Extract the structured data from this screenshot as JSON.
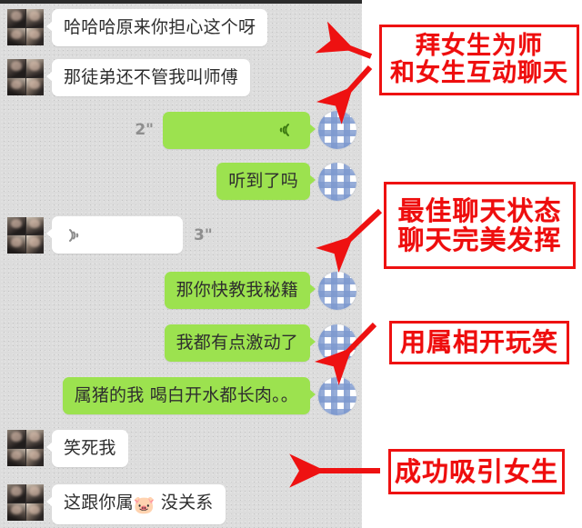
{
  "meta": {
    "app": "wechat-chat-screenshot",
    "accent_red": "#ee1111",
    "bubble_out_green": "#9ce24f",
    "bubble_in_white": "#ffffff",
    "chat_background": "#dcdcdc",
    "duration_text_color": "#8e8e8e"
  },
  "chat": {
    "messages": [
      {
        "id": "m1",
        "side": "in",
        "type": "text",
        "text": "哈哈哈原来你担心这个呀"
      },
      {
        "id": "m2",
        "side": "in",
        "type": "text",
        "text": "那徒弟还不管我叫师傅"
      },
      {
        "id": "m3",
        "side": "out",
        "type": "voice",
        "duration": "2\"",
        "icon": "voice-wave-icon"
      },
      {
        "id": "m4",
        "side": "out",
        "type": "text",
        "text": "听到了吗"
      },
      {
        "id": "m5",
        "side": "in",
        "type": "voice",
        "duration": "3\"",
        "icon": "voice-wave-icon"
      },
      {
        "id": "m6",
        "side": "out",
        "type": "text",
        "text": "那你快教我秘籍"
      },
      {
        "id": "m7",
        "side": "out",
        "type": "text",
        "text": "我都有点激动了"
      },
      {
        "id": "m8",
        "side": "out",
        "type": "text",
        "text": "属猪的我 喝白开水都长肉。。"
      },
      {
        "id": "m9",
        "side": "in",
        "type": "text",
        "text": "笑死我"
      },
      {
        "id": "m10",
        "side": "in",
        "type": "emoji-text",
        "prefix": "这跟你属",
        "emoji": "🐷",
        "suffix": " 没关系"
      }
    ]
  },
  "annotations": [
    {
      "id": "a1",
      "lines": [
        "拜女生为师",
        "和女生互动聊天"
      ]
    },
    {
      "id": "a2",
      "lines": [
        "最佳聊天状态",
        "聊天完美发挥"
      ]
    },
    {
      "id": "a3",
      "lines": [
        "用属相开玩笑"
      ]
    },
    {
      "id": "a4",
      "lines": [
        "成功吸引女生"
      ]
    }
  ]
}
